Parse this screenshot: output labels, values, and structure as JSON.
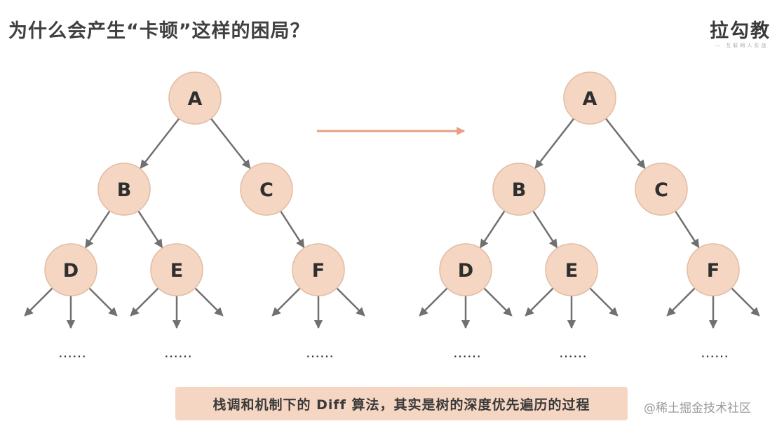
{
  "slide": {
    "title": "为什么会产生“卡顿”这样的困局？",
    "brand_name": "拉勾教",
    "brand_tagline": "— 互联网人实战 —",
    "caption": "栈调和机制下的 Diff 算法，其实是树的深度优先遍历的过程",
    "watermark": "@稀土掘金技术社区"
  },
  "trees": [
    {
      "nodes": [
        "A",
        "B",
        "C",
        "D",
        "E",
        "F"
      ],
      "edges": [
        [
          "A",
          "B"
        ],
        [
          "A",
          "C"
        ],
        [
          "B",
          "D"
        ],
        [
          "B",
          "E"
        ],
        [
          "C",
          "F"
        ]
      ],
      "ellipses": [
        "……",
        "……",
        "……"
      ]
    },
    {
      "nodes": [
        "A",
        "B",
        "C",
        "D",
        "E",
        "F"
      ],
      "edges": [
        [
          "A",
          "B"
        ],
        [
          "A",
          "C"
        ],
        [
          "B",
          "D"
        ],
        [
          "B",
          "E"
        ],
        [
          "C",
          "F"
        ]
      ],
      "ellipses": [
        "……",
        "……",
        "……"
      ]
    }
  ],
  "colors": {
    "node_fill": "#f5d6c2",
    "node_stroke": "#e2bca3",
    "edge": "#707070",
    "transition_arrow": "#e6a083",
    "caption_bg": "#f5d6c2"
  }
}
